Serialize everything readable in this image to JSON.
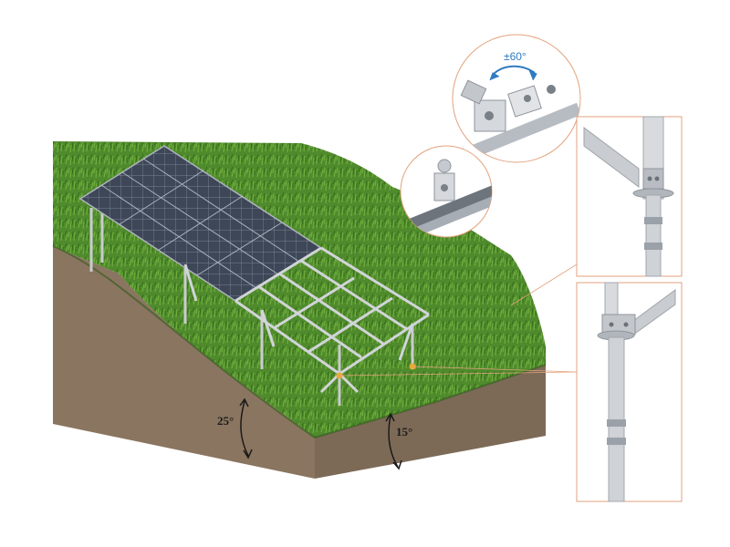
{
  "annotations": {
    "slope_left": "25°",
    "slope_right": "15°",
    "rotation": "±60°"
  },
  "colors": {
    "grass": "#4f8a2c",
    "soil": "#8a7560",
    "frame": "#c9ccd0",
    "panel": "#3c4554",
    "callout_border": "#e3a27d",
    "rotation_arrow": "#2f7bc2",
    "joint": "#e8a93a"
  }
}
